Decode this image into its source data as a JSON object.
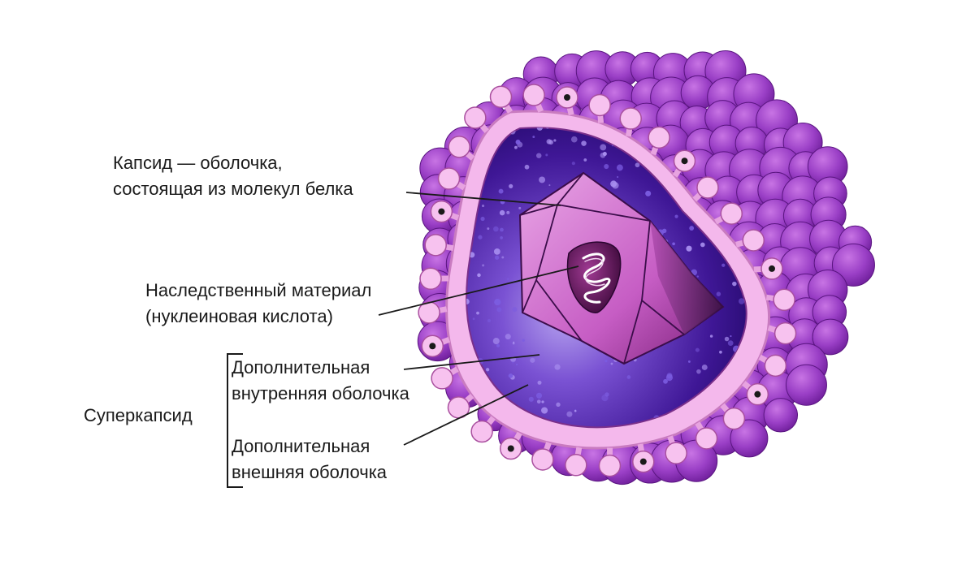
{
  "labels": {
    "capsid_line1": "Капсид — оболочка,",
    "capsid_line2": "состоящая из молекул белка",
    "genetic_line1": "Наследственный материал",
    "genetic_line2": "(нуклеиновая кислота)",
    "inner_line1": "Дополнительная",
    "inner_line2": "внутренняя оболочка",
    "outer_line1": "Дополнительная",
    "outer_line2": "внешняя оболочка",
    "supercapsid": "Суперкапсид"
  },
  "colors": {
    "glycoprotein_outer": "#8a2bb8",
    "glycoprotein_light": "#b257d6",
    "membrane_pink": "#f4b8ec",
    "membrane_edge": "#c97bc0",
    "interior_dark": "#2a0a6e",
    "interior_mid": "#6a3ac8",
    "capsid_fill": "#d77fd6",
    "capsid_stroke": "#3b0d4a",
    "rna_dark": "#4a0f4e"
  }
}
